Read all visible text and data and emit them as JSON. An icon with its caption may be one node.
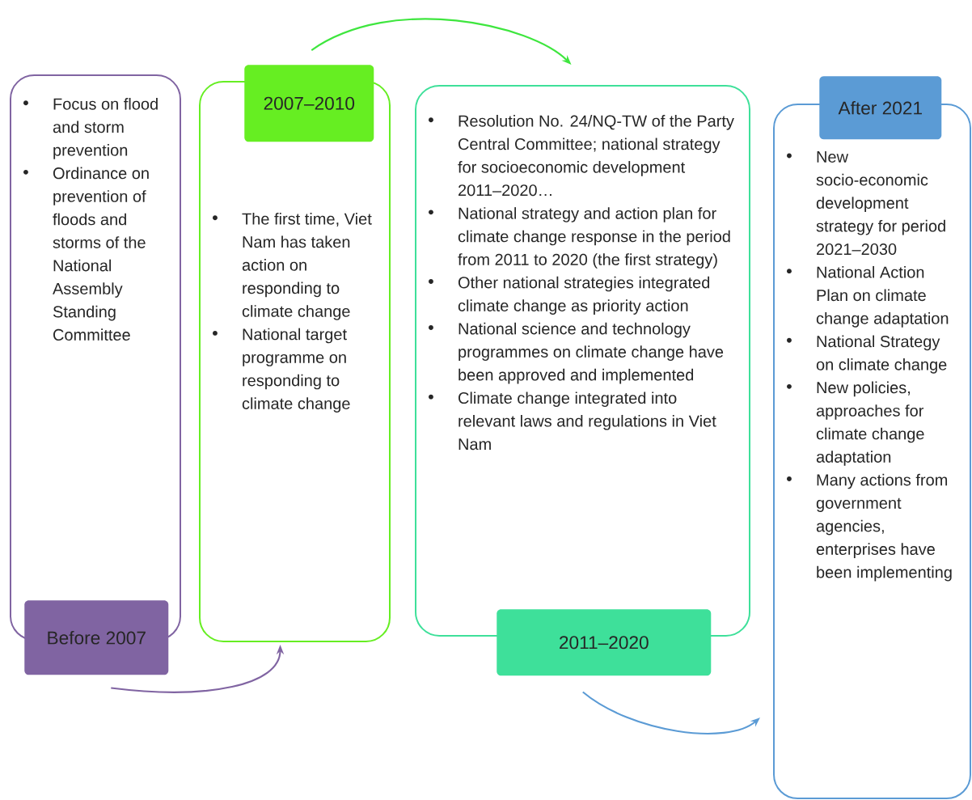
{
  "diagram": {
    "nodes": [
      {
        "text": [
          "Focus on flood and storm prevention",
          "Ordinance on prevention of floods and storms of the National Assembly Standing Committee"
        ]
      },
      {
        "text": [
          "Before 2007"
        ]
      },
      {
        "text": [
          "The first time, Viet Nam has taken action on responding to climate change",
          "National target programme on responding to climate change"
        ]
      },
      {
        "text": [
          "2007–2010"
        ]
      },
      {
        "text": [
          "Resolution No. 24/NQ-TW of the Party Central Committee; national strategy for socioeconomic development 2011–2020…",
          "National strategy and action plan for climate change response in the period from 2011 to 2020 (the first strategy)",
          "Other national strategies integrated climate change as priority action",
          "National science and technology programmes on climate change have been approved and implemented",
          "Climate change integrated into relevant laws and regulations in Viet Nam"
        ]
      },
      {
        "text": [
          "2011–2020"
        ]
      },
      {
        "text": [
          "New socio-economic development strategy for period 2021–2030",
          "National Action Plan on climate change adaptation",
          "National Strategy on climate change",
          "New policies, approaches for climate change adaptation",
          "Many actions from government agencies, enterprises have been implementing"
        ]
      },
      {
        "text": [
          "After 2021"
        ]
      }
    ],
    "edges": [
      {
        "from": 1,
        "to": 2,
        "arrow": "to",
        "color": "#8064a2"
      },
      {
        "from": 3,
        "to": 4,
        "arrow": "to",
        "color": "#3ee63e"
      },
      {
        "from": 5,
        "to": 6,
        "arrow": "to",
        "color": "#5b9bd5"
      }
    ]
  }
}
